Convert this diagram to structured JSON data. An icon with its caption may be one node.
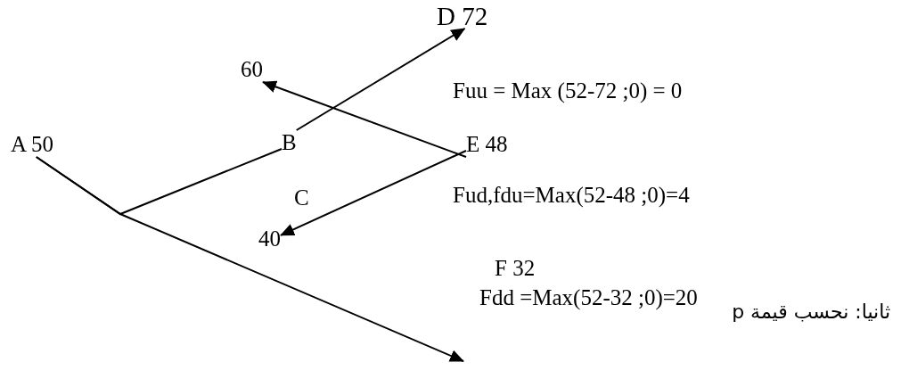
{
  "diagram": {
    "nodes": [
      {
        "text": [
          "A 50"
        ]
      },
      {
        "text": [
          "B"
        ]
      },
      {
        "text": [
          "60"
        ]
      },
      {
        "text": [
          "D 72"
        ]
      },
      {
        "text": [
          "E 48"
        ]
      },
      {
        "text": [
          "C"
        ]
      },
      {
        "text": [
          "40"
        ]
      },
      {
        "text": [
          "F 32"
        ]
      }
    ],
    "edges": [
      {
        "from": 0,
        "to": 1,
        "arrow": "none"
      },
      {
        "from": 0,
        "to": null,
        "arrow": "to"
      },
      {
        "from": 1,
        "to": 3,
        "arrow": "to"
      },
      {
        "from": 4,
        "to": 2,
        "arrow": "to"
      },
      {
        "from": 4,
        "to": 6,
        "arrow": "to"
      }
    ],
    "labels": [
      "Fuu = Max (52-72 ;0) = 0",
      "Fud,fdu=Max(52-48 ;0)=4",
      "Fdd =Max(52-32 ;0)=20",
      "ثانيا: نحسب قيمة p"
    ]
  }
}
